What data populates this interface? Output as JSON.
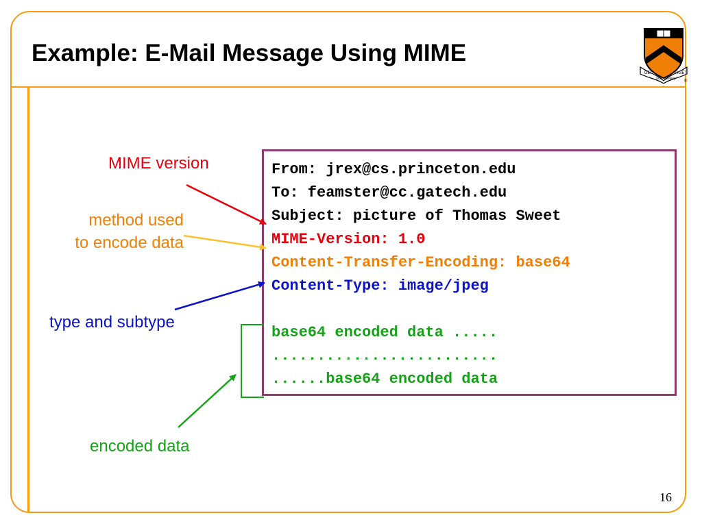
{
  "slide": {
    "title": "Example: E-Mail Message Using MIME",
    "page_number": "16"
  },
  "email": {
    "from": "From: jrex@cs.princeton.edu",
    "to": "To: feamster@cc.gatech.edu",
    "subject": "Subject: picture of Thomas Sweet",
    "mime_version": "MIME-Version: 1.0",
    "content_transfer_encoding": "Content-Transfer-Encoding: base64",
    "content_type": "Content-Type: image/jpeg",
    "data_line_1": "base64 encoded data .....",
    "data_line_2": ".........................",
    "data_line_3": "......base64 encoded data"
  },
  "annotations": {
    "mime_version": "MIME version",
    "encoding_line_1": "method used",
    "encoding_line_2": "to encode data",
    "type_subtype": "type and subtype",
    "encoded_data": "encoded data"
  },
  "logo": {
    "name": "university-shield-logo",
    "motto_left": "DEI",
    "motto_middle": "SUB NUMINE",
    "motto_right": "VIGET",
    "registered": "®"
  },
  "colors": {
    "frame": "#f39c12",
    "box_border": "#8e3a6b",
    "red": "#e8000b",
    "orange": "#f07f06",
    "blue": "#0a13c8",
    "green": "#12a316"
  }
}
